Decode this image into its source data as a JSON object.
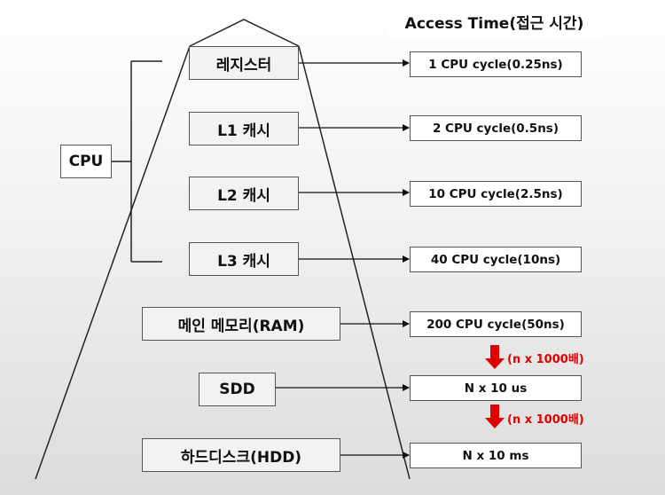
{
  "header": {
    "title": "Access Time(접근 시간)"
  },
  "cpu": {
    "label": "CPU"
  },
  "levels": [
    {
      "label": "레지스터",
      "time": "1 CPU cycle(0.25ns)"
    },
    {
      "label": "L1 캐시",
      "time": "2 CPU cycle(0.5ns)"
    },
    {
      "label": "L2 캐시",
      "time": "10 CPU cycle(2.5ns)"
    },
    {
      "label": "L3 캐시",
      "time": "40 CPU cycle(10ns)"
    },
    {
      "label": "메인 메모리(RAM)",
      "time": "200 CPU cycle(50ns)"
    },
    {
      "label": "SDD",
      "time": "N x 10 us"
    },
    {
      "label": "하드디스크(HDD)",
      "time": "N x 10 ms"
    }
  ],
  "multipliers": [
    {
      "label": "(n x 1000배)",
      "color": "#e00000"
    },
    {
      "label": "(n x 1000배)",
      "color": "#e00000"
    }
  ]
}
